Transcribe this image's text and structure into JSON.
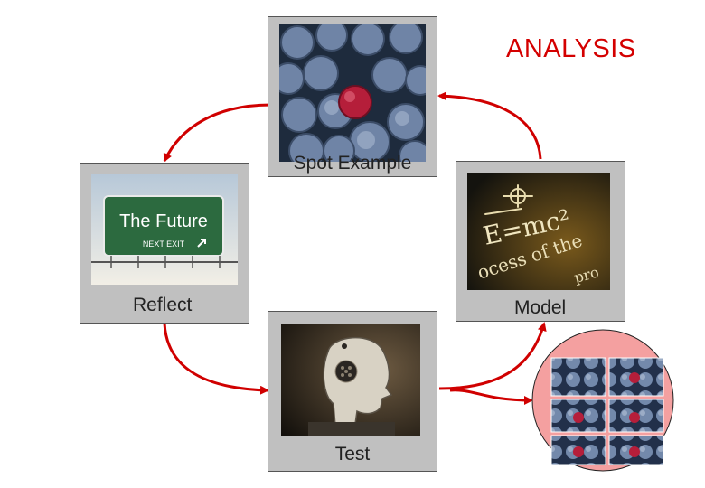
{
  "title": "ANALYSIS",
  "cards": {
    "spot": {
      "label": "Spot Example",
      "image": "blueberries-with-red-berry-photo"
    },
    "reflect": {
      "label": "Reflect",
      "image": "the-future-road-sign-photo"
    },
    "model": {
      "label": "Model",
      "image": "chalkboard-equations-photo"
    },
    "test": {
      "label": "Test",
      "image": "humanoid-robot-head-photo"
    }
  },
  "sign": {
    "line1": "The Future",
    "line2": "NEXT EXIT"
  },
  "chalk": {
    "line1": "E=mc²",
    "line2": "ocess of the",
    "line3": "pro"
  },
  "mosaic": {
    "image": "blueberry-grid-mosaic",
    "rows": 3,
    "cols": 2
  },
  "colors": {
    "arrow": "#d00000",
    "title": "#d40000",
    "card_fill": "#c0c0c0",
    "mosaic_fill": "#f4a0a0"
  }
}
